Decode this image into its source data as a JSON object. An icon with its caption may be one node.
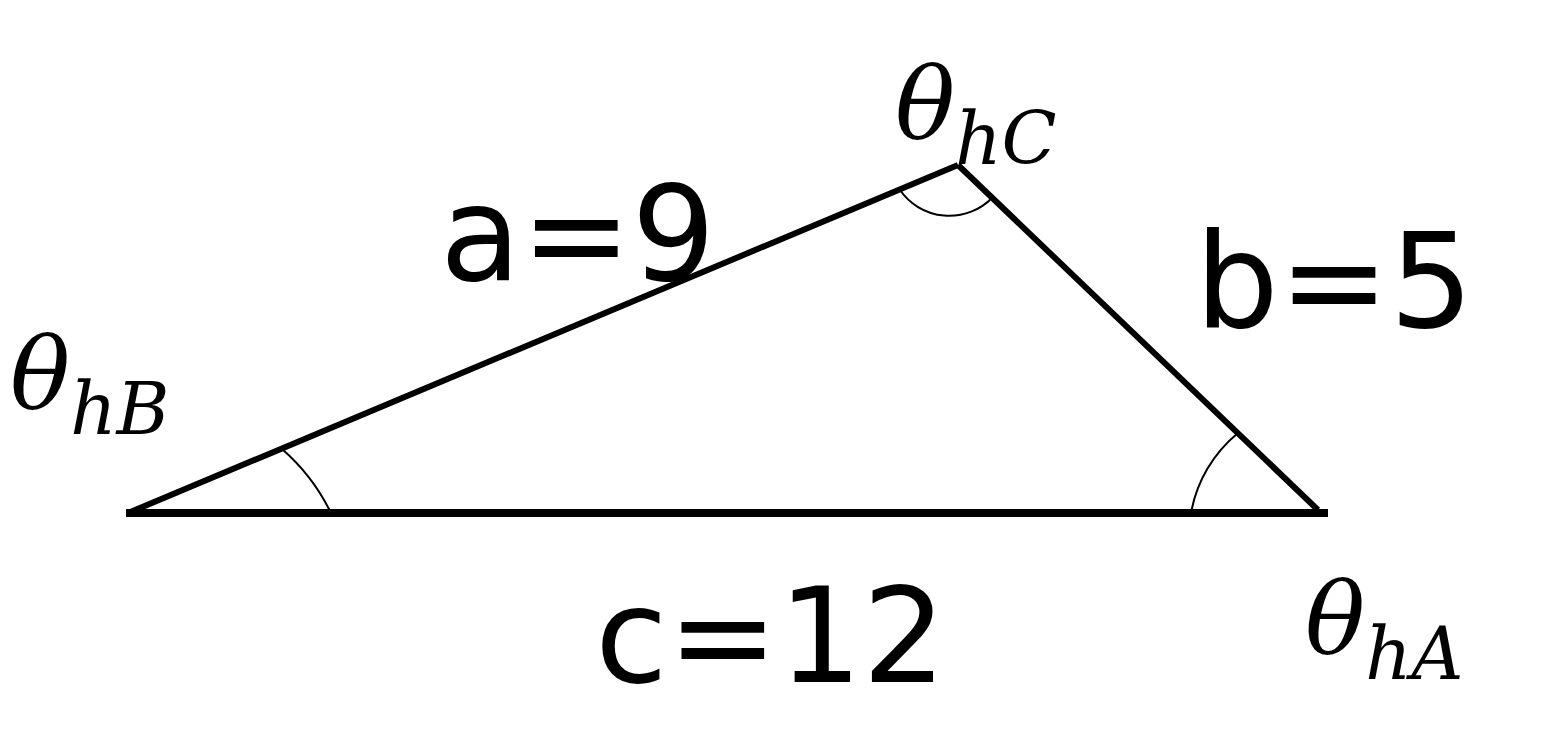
{
  "diagram": {
    "labels": [
      "θ$_{hC}$",
      "a=9",
      "b=5",
      "θ$_{hB}$",
      "c=12",
      "θ$_{hA}$"
    ]
  }
}
